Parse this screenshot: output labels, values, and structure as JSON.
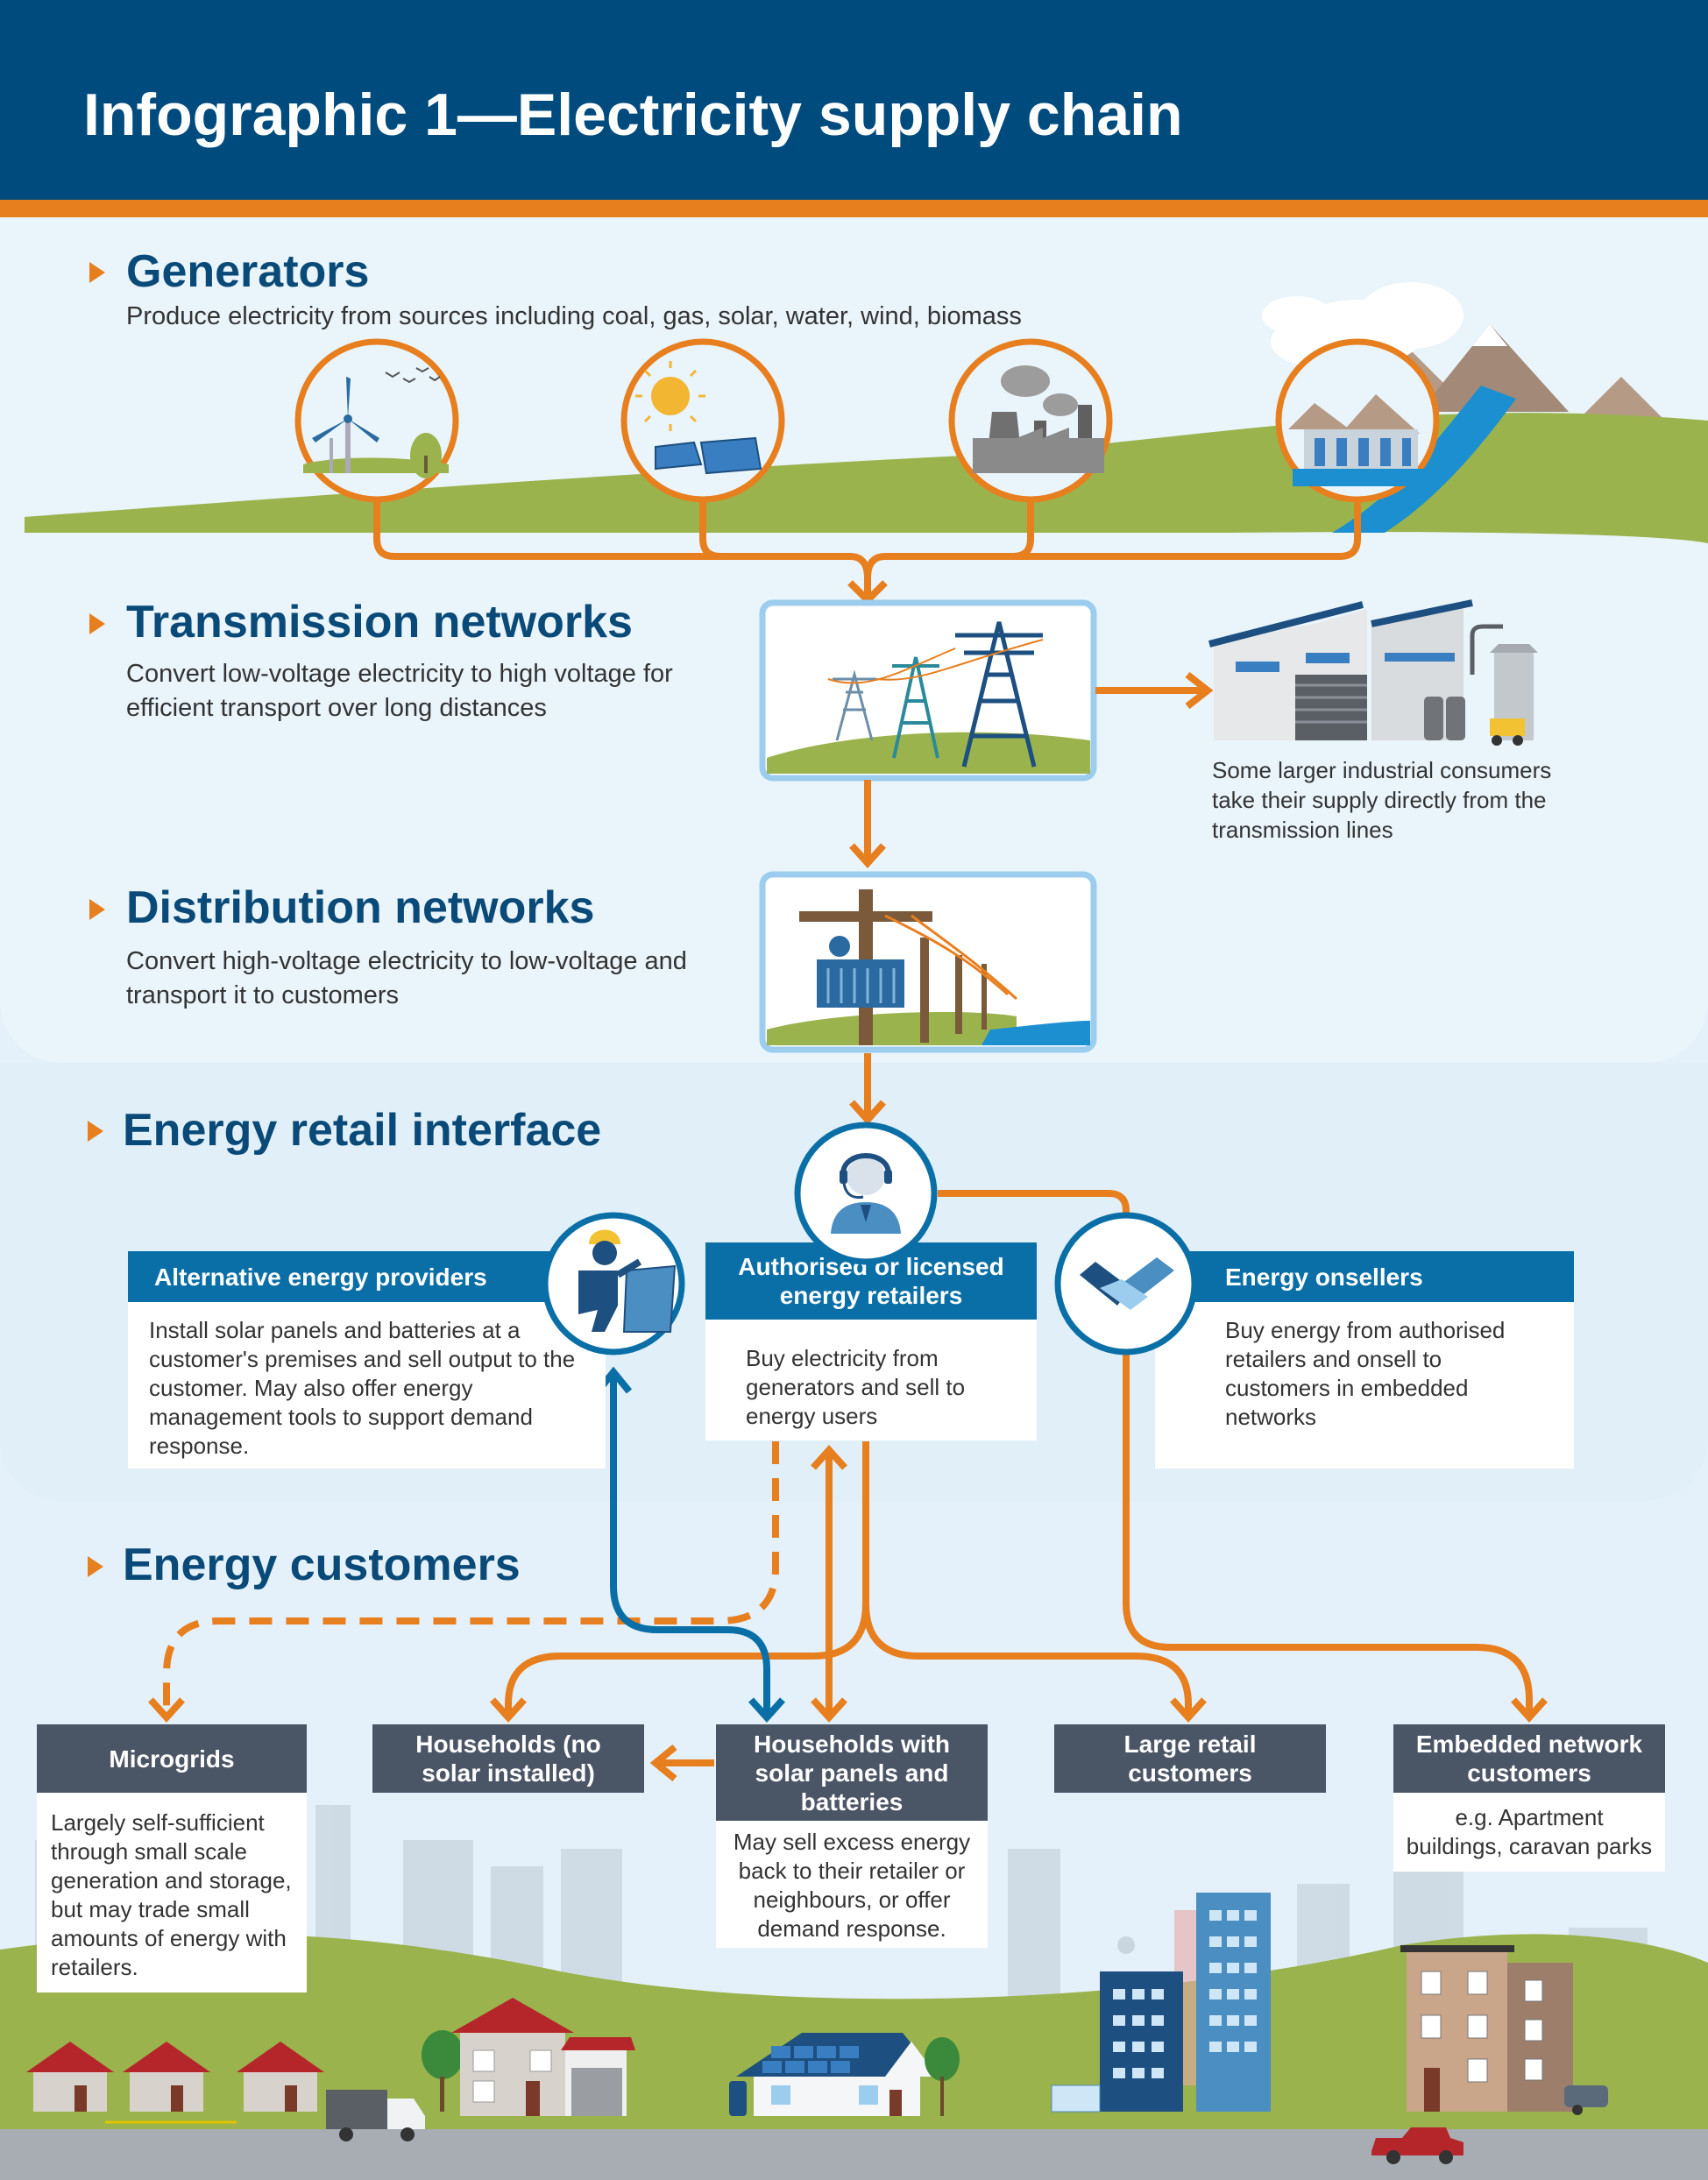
{
  "title": "Infographic 1—Electricity supply chain",
  "colors": {
    "navy": "#004b7e",
    "orange": "#e87f1f",
    "blue_card": "#0a6fa6",
    "slate": "#4a5566",
    "sky": "#e4f1fa",
    "grass": "#9ab34c"
  },
  "sections": {
    "generators": {
      "title": "Generators",
      "desc": "Produce electricity from sources including coal, gas, solar, water, wind, biomass"
    },
    "transmission": {
      "title": "Transmission networks",
      "desc": "Convert low-voltage electricity to high voltage for efficient transport over long distances"
    },
    "industrial_note": "Some larger industrial consumers take their supply directly from the transmission lines",
    "distribution": {
      "title": "Distribution networks",
      "desc": "Convert high-voltage electricity to low-voltage and transport it to customers"
    },
    "retail": {
      "title": "Energy retail interface"
    },
    "customers": {
      "title": "Energy customers"
    }
  },
  "generator_icons": [
    "wind-turbine-icon",
    "solar-panel-icon",
    "coal-gas-plant-icon",
    "hydro-dam-icon"
  ],
  "retail_cards": {
    "alternative": {
      "title": "Alternative energy providers",
      "body": "Install solar panels and batteries at a customer's premises and sell output to the customer. May also offer energy management tools to support demand response."
    },
    "authorised": {
      "title": "Authorised or licensed energy retailers",
      "body": "Buy electricity from generators and sell to energy users"
    },
    "onsellers": {
      "title": "Energy onsellers",
      "body": "Buy energy from authorised retailers and onsell to customers in embedded networks"
    }
  },
  "customers": {
    "microgrids": {
      "title": "Microgrids",
      "body": "Largely self-sufficient through small scale generation and storage, but may trade small amounts of energy with retailers."
    },
    "households_no_solar": {
      "title": "Households (no solar installed)"
    },
    "households_solar": {
      "title": "Households with solar panels and batteries",
      "body": "May sell excess energy back to their retailer or neighbours, or offer demand response."
    },
    "large_retail": {
      "title": "Large retail customers"
    },
    "embedded": {
      "title": "Embedded network customers",
      "body": "e.g. Apartment buildings, caravan parks"
    }
  }
}
